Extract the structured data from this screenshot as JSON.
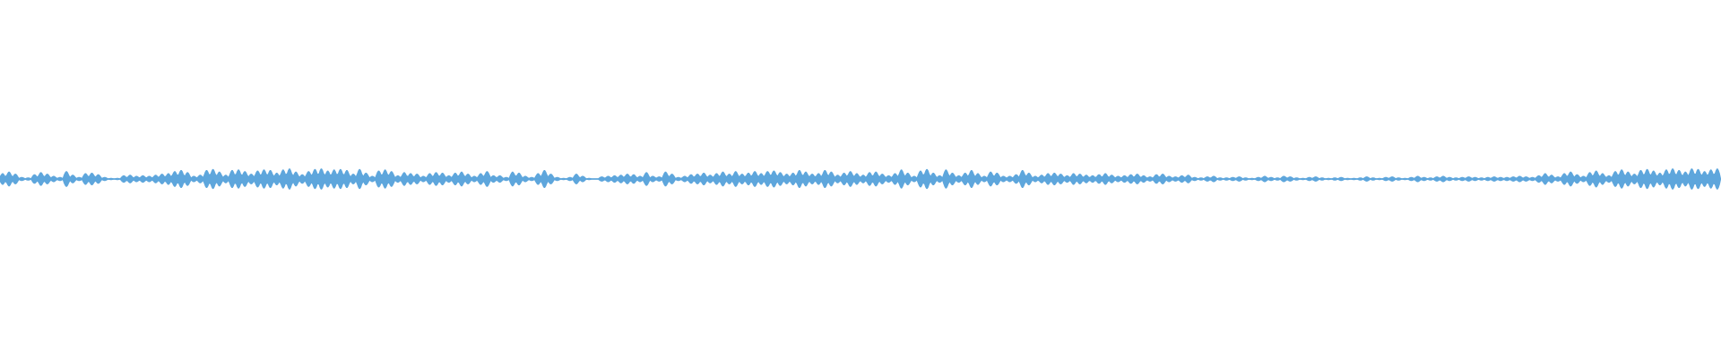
{
  "waveform": {
    "color": "#5ea6dc",
    "amplitudes": [
      0.55,
      0.7,
      0.5,
      0.2,
      0.15,
      0.45,
      0.65,
      0.5,
      0.3,
      0.2,
      0.75,
      0.4,
      0.2,
      0.55,
      0.6,
      0.45,
      0.2,
      0.1,
      0.1,
      0.35,
      0.4,
      0.3,
      0.35,
      0.3,
      0.4,
      0.5,
      0.55,
      0.75,
      0.85,
      0.65,
      0.3,
      0.4,
      0.85,
      0.95,
      0.7,
      0.4,
      0.85,
      0.9,
      0.75,
      0.5,
      0.8,
      0.9,
      0.85,
      0.6,
      0.9,
      1.0,
      0.7,
      0.45,
      0.75,
      0.95,
      1.0,
      0.8,
      0.9,
      0.95,
      0.85,
      0.5,
      0.95,
      0.6,
      0.3,
      0.8,
      0.9,
      0.75,
      0.35,
      0.65,
      0.55,
      0.5,
      0.3,
      0.55,
      0.65,
      0.6,
      0.35,
      0.6,
      0.7,
      0.5,
      0.3,
      0.55,
      0.75,
      0.35,
      0.35,
      0.2,
      0.7,
      0.6,
      0.3,
      0.2,
      0.55,
      0.85,
      0.5,
      0.2,
      0.1,
      0.2,
      0.5,
      0.3,
      0.1,
      0.05,
      0.25,
      0.3,
      0.35,
      0.4,
      0.5,
      0.45,
      0.3,
      0.65,
      0.3,
      0.25,
      0.7,
      0.5,
      0.2,
      0.3,
      0.45,
      0.5,
      0.6,
      0.4,
      0.55,
      0.7,
      0.5,
      0.75,
      0.5,
      0.6,
      0.75,
      0.55,
      0.75,
      0.8,
      0.65,
      0.5,
      0.6,
      0.85,
      0.7,
      0.5,
      0.55,
      0.85,
      0.7,
      0.4,
      0.6,
      0.75,
      0.55,
      0.4,
      0.65,
      0.7,
      0.5,
      0.35,
      0.55,
      0.9,
      0.6,
      0.3,
      0.8,
      0.95,
      0.6,
      0.35,
      0.9,
      0.6,
      0.35,
      0.6,
      0.85,
      0.55,
      0.3,
      0.7,
      0.6,
      0.3,
      0.3,
      0.45,
      0.85,
      0.6,
      0.3,
      0.4,
      0.55,
      0.6,
      0.5,
      0.35,
      0.55,
      0.5,
      0.4,
      0.35,
      0.45,
      0.55,
      0.4,
      0.3,
      0.35,
      0.45,
      0.5,
      0.35,
      0.25,
      0.45,
      0.5,
      0.3,
      0.25,
      0.35,
      0.4,
      0.2,
      0.15,
      0.25,
      0.3,
      0.15,
      0.15,
      0.2,
      0.25,
      0.15,
      0.1,
      0.2,
      0.3,
      0.2,
      0.15,
      0.3,
      0.25,
      0.15,
      0.1,
      0.2,
      0.25,
      0.15,
      0.1,
      0.15,
      0.2,
      0.1,
      0.1,
      0.15,
      0.25,
      0.15,
      0.1,
      0.2,
      0.25,
      0.15,
      0.1,
      0.2,
      0.3,
      0.2,
      0.15,
      0.25,
      0.3,
      0.2,
      0.15,
      0.2,
      0.25,
      0.2,
      0.15,
      0.2,
      0.25,
      0.2,
      0.2,
      0.25,
      0.3,
      0.25,
      0.2,
      0.35,
      0.55,
      0.4,
      0.25,
      0.55,
      0.7,
      0.45,
      0.3,
      0.65,
      0.8,
      0.55,
      0.35,
      0.75,
      0.9,
      0.7,
      0.5,
      0.85,
      0.95,
      0.8,
      0.6,
      0.9,
      1.0,
      0.85,
      0.7,
      1.0,
      0.95,
      0.75,
      0.9,
      1.0
    ]
  }
}
